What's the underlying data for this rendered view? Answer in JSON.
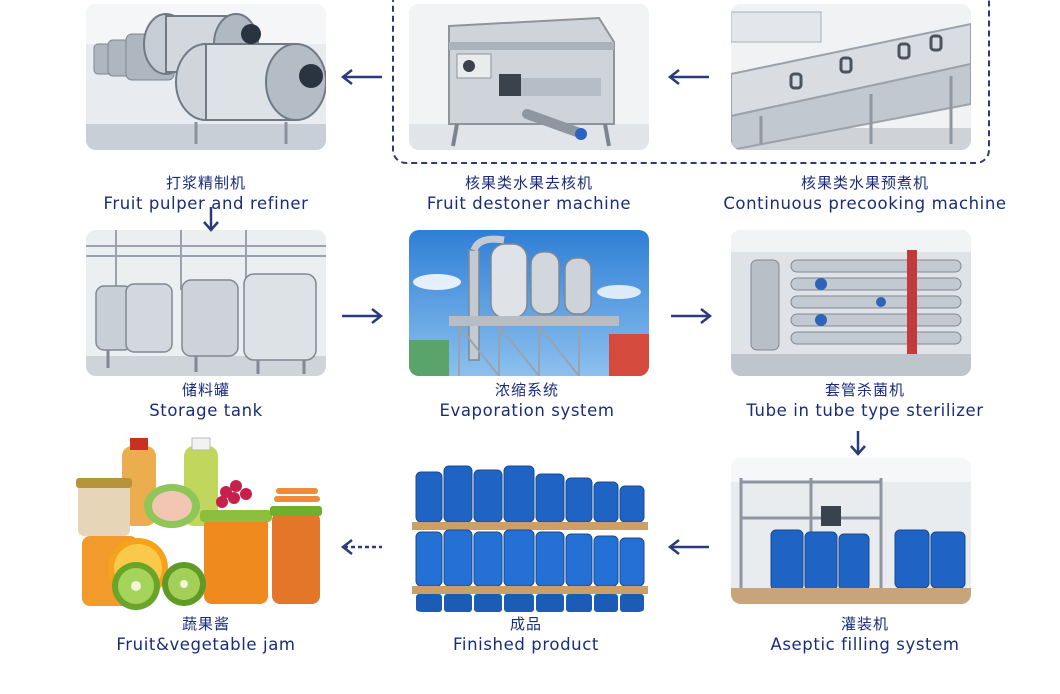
{
  "flow": {
    "steps": [
      {
        "id": "precook",
        "cn": "核果类水果预煮机",
        "en": "Continuous precooking machine"
      },
      {
        "id": "destoner",
        "cn": "核果类水果去核机",
        "en": "Fruit destoner machine"
      },
      {
        "id": "pulper",
        "cn": "打浆精制机",
        "en": "Fruit pulper and refiner"
      },
      {
        "id": "storage",
        "cn": "储料罐",
        "en": "Storage tank"
      },
      {
        "id": "evaporation",
        "cn": "浓缩系统",
        "en": "Evaporation system"
      },
      {
        "id": "sterilizer",
        "cn": "套管杀菌机",
        "en": "Tube in tube type sterilizer"
      },
      {
        "id": "filling",
        "cn": "灌装机",
        "en": "Aseptic filling system"
      },
      {
        "id": "finished",
        "cn": "成品",
        "en": "Finished product"
      },
      {
        "id": "jam",
        "cn": "蔬果酱",
        "en": "Fruit&vegetable jam"
      }
    ]
  },
  "colors": {
    "text": "#1a2c7a",
    "arrow": "#2b3a7a",
    "dashed_border": "#2b3a7a",
    "drum_blue": "#1f63c4",
    "steel": "#b9c0c8"
  },
  "icons": {
    "arrow_left": "arrow-left-icon",
    "arrow_right": "arrow-right-icon",
    "arrow_down": "arrow-down-icon",
    "arrow_dotted_left": "dotted-arrow-left-icon"
  }
}
